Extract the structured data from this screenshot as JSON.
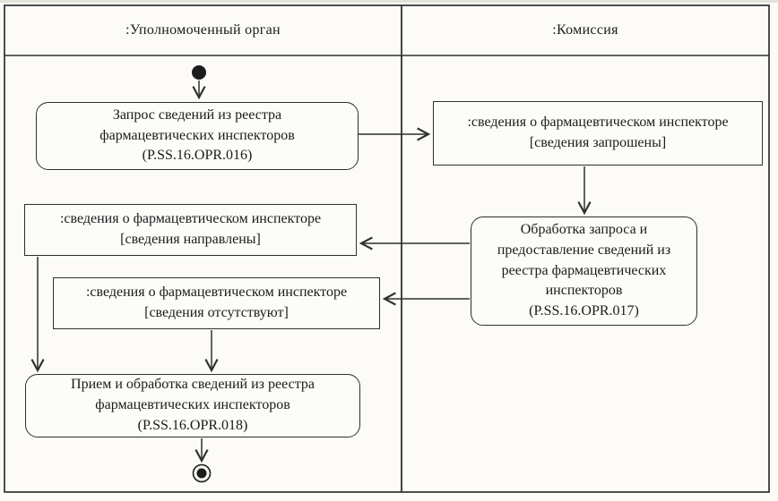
{
  "colors": {
    "line": "#2f2f2f",
    "background": "#fcfbf8",
    "node_fill": "#fcfcf9",
    "text": "#1b1b1b"
  },
  "lanes": [
    {
      "title": ":Уполномоченный орган"
    },
    {
      "title": ":Комиссия"
    }
  ],
  "nodes": {
    "action_request": {
      "type": "action",
      "label": "Запрос сведений из реестра\nфармацевтических инспекторов\n(P.SS.16.OPR.016)"
    },
    "object_requested": {
      "type": "object",
      "label": ":сведения о фармацевтическом инспекторе\n[сведения запрошены]"
    },
    "action_process": {
      "type": "action",
      "label": "Обработка запроса и\nпредоставление сведений из\nреестра фармацевтических\nинспекторов\n(P.SS.16.OPR.017)"
    },
    "object_sent": {
      "type": "object",
      "label": ":сведения о фармацевтическом инспекторе\n[сведения направлены]"
    },
    "object_absent": {
      "type": "object",
      "label": ":сведения о фармацевтическом инспекторе\n[сведения отсутствуют]"
    },
    "action_receive": {
      "type": "action",
      "label": "Прием и обработка сведений из реестра\nфармацевтических инспекторов\n(P.SS.16.OPR.018)"
    }
  }
}
